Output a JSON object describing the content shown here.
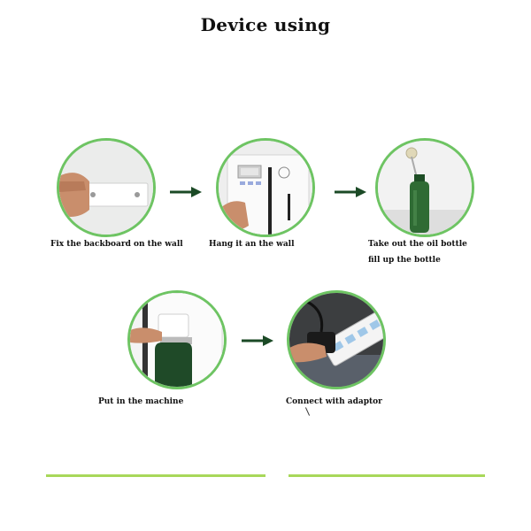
{
  "title": "Device using",
  "steps": [
    {
      "caption": "Fix the backboard on the wall"
    },
    {
      "caption": "Hang it an the wall"
    },
    {
      "caption_line1": "Take out the oil bottle",
      "caption_line2": "fill up the bottle"
    },
    {
      "caption": "Put in the machine"
    },
    {
      "caption": "Connect with adaptor"
    }
  ],
  "colors": {
    "circle_border": "#6ec463",
    "arrow": "#1b4a26",
    "bar": "#a8d85a"
  }
}
